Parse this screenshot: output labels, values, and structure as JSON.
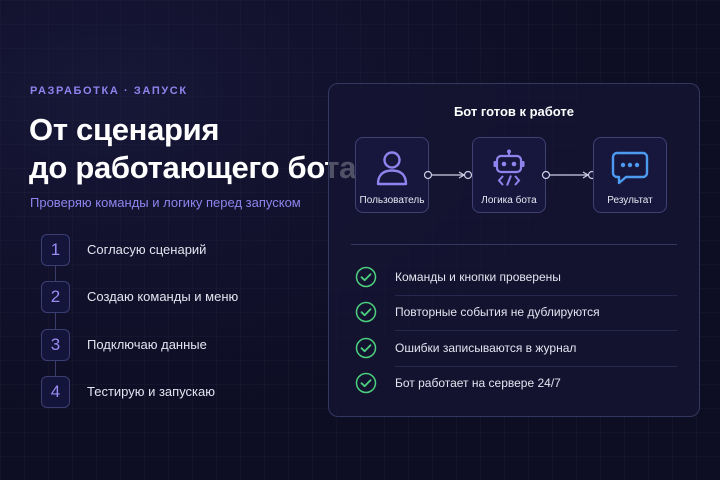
{
  "header": {
    "eyebrow": "РАЗРАБОТКА · ЗАПУСК",
    "title_line1": "От сценария",
    "title_line2": "до работающего бота",
    "subtitle": "Проверяю команды и логику перед запуском"
  },
  "steps": [
    {
      "num": "1",
      "label": "Согласую сценарий"
    },
    {
      "num": "2",
      "label": "Создаю команды и меню"
    },
    {
      "num": "3",
      "label": "Подключаю данные"
    },
    {
      "num": "4",
      "label": "Тестирую и запускаю"
    }
  ],
  "panel": {
    "title": "Бот готов к работе",
    "nodes": [
      {
        "label": "Пользователь",
        "icon": "user-icon"
      },
      {
        "label": "Логика бота",
        "icon": "robot-icon"
      },
      {
        "label": "Результат",
        "icon": "chat-bubble-icon"
      }
    ],
    "checks": [
      {
        "label": "Команды и кнопки проверены"
      },
      {
        "label": "Повторные события не дублируются"
      },
      {
        "label": "Ошибки записываются в журнал"
      },
      {
        "label": "Бот работает на сервере 24/7"
      }
    ]
  },
  "colors": {
    "accent": "#8f84ee",
    "check_green": "#4cd07d",
    "chat_blue": "#4d9bf0",
    "background": "#0d0d24"
  }
}
